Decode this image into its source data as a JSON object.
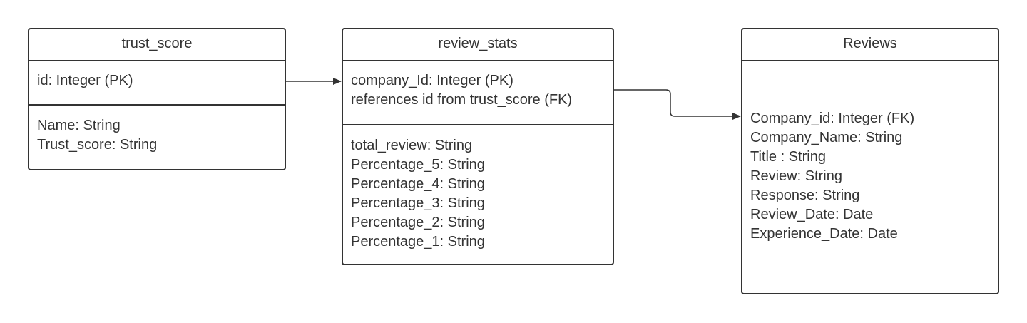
{
  "entities": {
    "trust_score": {
      "title": "trust_score",
      "key_fields": [
        "id: Integer (PK)"
      ],
      "fields": [
        "Name: String",
        "Trust_score: String"
      ]
    },
    "review_stats": {
      "title": "review_stats",
      "key_fields": [
        "company_Id: Integer (PK)",
        "references id from trust_score (FK)"
      ],
      "fields": [
        "total_review: String",
        "Percentage_5: String",
        "Percentage_4: String",
        "Percentage_3: String",
        "Percentage_2: String",
        "Percentage_1: String"
      ]
    },
    "reviews": {
      "title": "Reviews",
      "fields": [
        "Company_id: Integer (FK)",
        "Company_Name: String",
        "Title : String",
        "Review: String",
        "Response: String",
        "Review_Date: Date",
        "Experience_Date: Date"
      ]
    }
  },
  "relationships": [
    {
      "from": "trust_score",
      "to": "review_stats"
    },
    {
      "from": "review_stats",
      "to": "Reviews"
    }
  ],
  "colors": {
    "stroke": "#333333",
    "background": "#ffffff"
  }
}
